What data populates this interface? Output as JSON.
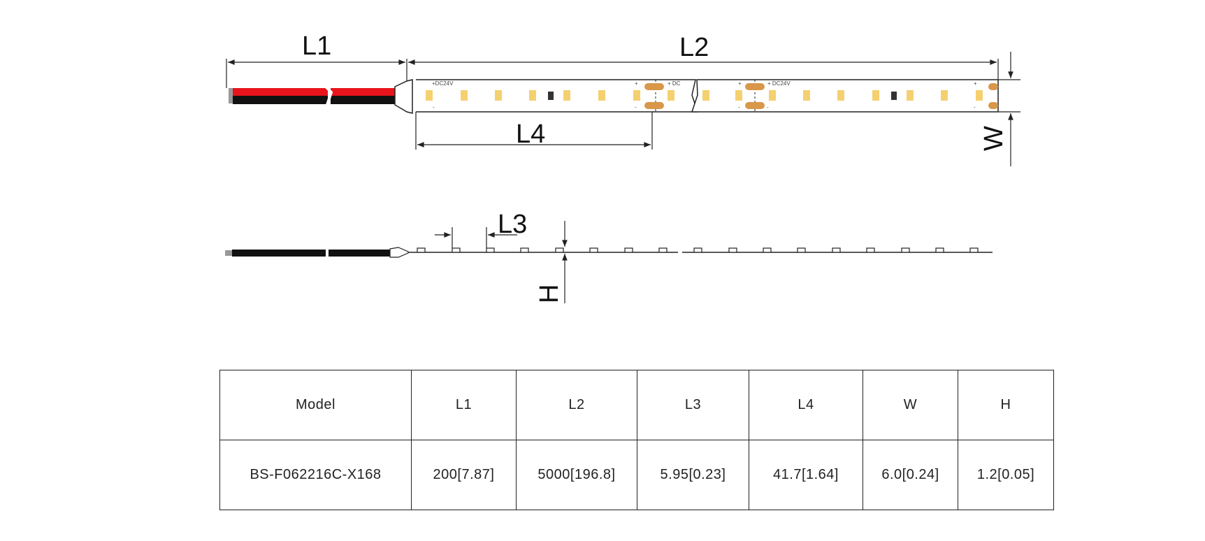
{
  "diagram": {
    "labels": {
      "l1": "L1",
      "l2": "L2",
      "l3": "L3",
      "l4": "L4",
      "w": "W",
      "h": "H"
    },
    "strip_markings": {
      "dc_a": "+DC24V",
      "dc_b": "+ DC",
      "dc_c": "+ DC24V",
      "plus": "+",
      "minus": "-"
    },
    "colors": {
      "wire_red": "#e8141b",
      "wire_black": "#111111",
      "led_yellow": "#f5d070",
      "solder_pad": "#d9974a",
      "line": "#222222"
    }
  },
  "table": {
    "headers": [
      "Model",
      "L1",
      "L2",
      "L3",
      "L4",
      "W",
      "H"
    ],
    "rows": [
      [
        "BS-F062216C-X168",
        "200[7.87]",
        "5000[196.8]",
        "5.95[0.23]",
        "41.7[1.64]",
        "6.0[0.24]",
        "1.2[0.05]"
      ]
    ]
  }
}
